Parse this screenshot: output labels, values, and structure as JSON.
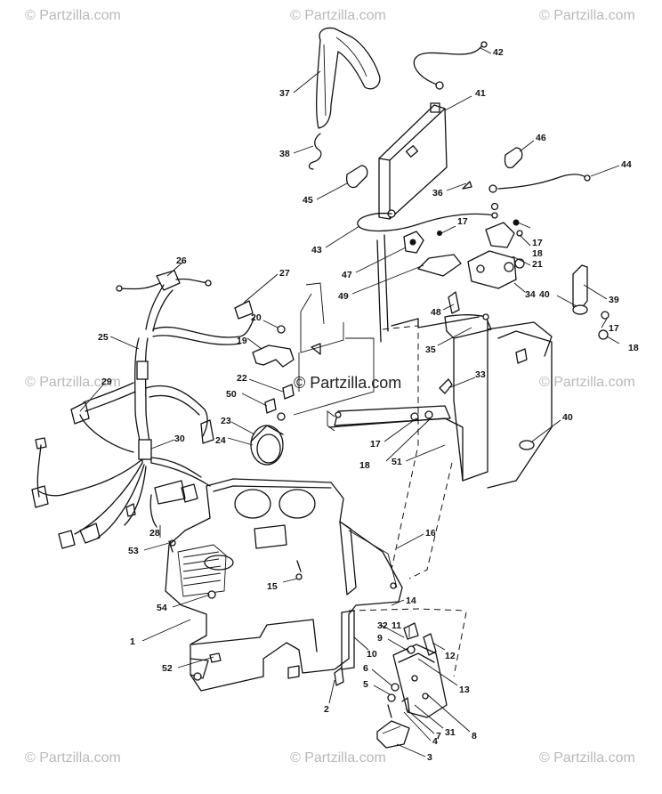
{
  "watermark": {
    "brand": "© Partzilla.com"
  },
  "callouts": [
    {
      "id": "c1",
      "label": "1"
    },
    {
      "id": "c2",
      "label": "2"
    },
    {
      "id": "c3",
      "label": "3"
    },
    {
      "id": "c4",
      "label": "4"
    },
    {
      "id": "c5",
      "label": "5"
    },
    {
      "id": "c6",
      "label": "6"
    },
    {
      "id": "c7",
      "label": "7"
    },
    {
      "id": "c8",
      "label": "8"
    },
    {
      "id": "c9",
      "label": "9"
    },
    {
      "id": "c10",
      "label": "10"
    },
    {
      "id": "c11",
      "label": "11"
    },
    {
      "id": "c12",
      "label": "12"
    },
    {
      "id": "c13",
      "label": "13"
    },
    {
      "id": "c14",
      "label": "14"
    },
    {
      "id": "c15",
      "label": "15"
    },
    {
      "id": "c16",
      "label": "16"
    },
    {
      "id": "c17a",
      "label": "17"
    },
    {
      "id": "c17b",
      "label": "17"
    },
    {
      "id": "c17c",
      "label": "17"
    },
    {
      "id": "c17d",
      "label": "17"
    },
    {
      "id": "c18a",
      "label": "18"
    },
    {
      "id": "c18b",
      "label": "18"
    },
    {
      "id": "c18c",
      "label": "18"
    },
    {
      "id": "c19",
      "label": "19"
    },
    {
      "id": "c20",
      "label": "20"
    },
    {
      "id": "c21",
      "label": "21"
    },
    {
      "id": "c22",
      "label": "22"
    },
    {
      "id": "c23",
      "label": "23"
    },
    {
      "id": "c24",
      "label": "24"
    },
    {
      "id": "c25",
      "label": "25"
    },
    {
      "id": "c26",
      "label": "26"
    },
    {
      "id": "c27",
      "label": "27"
    },
    {
      "id": "c28",
      "label": "28"
    },
    {
      "id": "c29",
      "label": "29"
    },
    {
      "id": "c30",
      "label": "30"
    },
    {
      "id": "c31",
      "label": "31"
    },
    {
      "id": "c32",
      "label": "32"
    },
    {
      "id": "c33",
      "label": "33"
    },
    {
      "id": "c34",
      "label": "34"
    },
    {
      "id": "c35",
      "label": "35"
    },
    {
      "id": "c36",
      "label": "36"
    },
    {
      "id": "c37",
      "label": "37"
    },
    {
      "id": "c38",
      "label": "38"
    },
    {
      "id": "c39",
      "label": "39"
    },
    {
      "id": "c40a",
      "label": "40"
    },
    {
      "id": "c40b",
      "label": "40"
    },
    {
      "id": "c41",
      "label": "41"
    },
    {
      "id": "c42",
      "label": "42"
    },
    {
      "id": "c43",
      "label": "43"
    },
    {
      "id": "c44",
      "label": "44"
    },
    {
      "id": "c45",
      "label": "45"
    },
    {
      "id": "c46",
      "label": "46"
    },
    {
      "id": "c47",
      "label": "47"
    },
    {
      "id": "c48",
      "label": "48"
    },
    {
      "id": "c49",
      "label": "49"
    },
    {
      "id": "c50",
      "label": "50"
    },
    {
      "id": "c51",
      "label": "51"
    },
    {
      "id": "c52",
      "label": "52"
    },
    {
      "id": "c53",
      "label": "53"
    },
    {
      "id": "c54",
      "label": "54"
    }
  ]
}
